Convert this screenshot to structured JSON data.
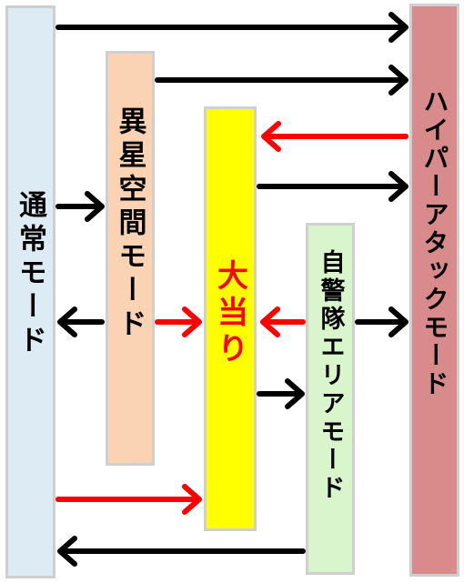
{
  "modes": {
    "normal": {
      "label": "通常モード",
      "color": "#ddebf5"
    },
    "alien": {
      "label": "異星空間モード",
      "color": "#f9d3b3"
    },
    "jackpot": {
      "label": "大当り",
      "color": "#ffff00",
      "text_color": "#ff0000"
    },
    "guard": {
      "label": "自警隊エリアモード",
      "color": "#d8f5cc"
    },
    "hyper": {
      "label": "ハイパーアタックモード",
      "color": "#d98a8a"
    }
  },
  "arrow_colors": {
    "black": "#000000",
    "red": "#ff0000"
  },
  "transitions": [
    {
      "from": "normal",
      "to": "hyper",
      "color": "black"
    },
    {
      "from": "alien",
      "to": "hyper",
      "color": "black"
    },
    {
      "from": "hyper",
      "to": "jackpot",
      "color": "red"
    },
    {
      "from": "jackpot",
      "to": "hyper",
      "color": "black"
    },
    {
      "from": "normal",
      "to": "alien",
      "color": "black"
    },
    {
      "from": "alien",
      "to": "normal",
      "color": "black"
    },
    {
      "from": "alien",
      "to": "jackpot",
      "color": "red"
    },
    {
      "from": "guard",
      "to": "jackpot",
      "color": "red"
    },
    {
      "from": "guard",
      "to": "hyper",
      "color": "black"
    },
    {
      "from": "jackpot",
      "to": "guard",
      "color": "black"
    },
    {
      "from": "normal",
      "to": "jackpot",
      "color": "red"
    },
    {
      "from": "guard",
      "to": "normal",
      "color": "black"
    }
  ]
}
